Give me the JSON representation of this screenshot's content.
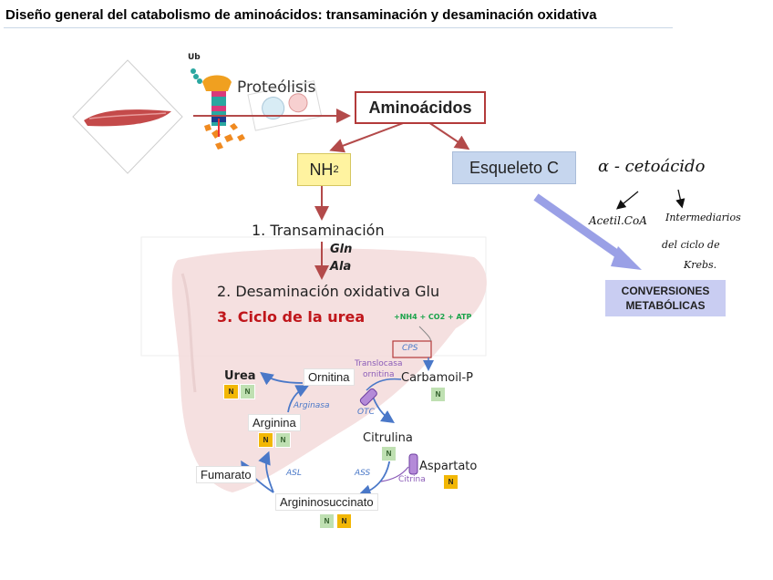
{
  "title": "Diseño general del catabolismo de aminoácidos: transaminación y desaminación oxidativa",
  "top": {
    "ub_label": "Ub",
    "proteolisis_label": "Proteólisis",
    "aminoacidos_label": "Aminoácidos",
    "nh2_label": "NH",
    "nh2_sub": "2",
    "esqueleto_label": "Esqueleto C",
    "conversiones_line1": "CONVERSIONES",
    "conversiones_line2": "METABÓLICAS"
  },
  "steps": {
    "transaminacion": "1. Transaminación",
    "gln": "Gln",
    "ala": "Ala",
    "desaminacion": "2. Desaminación oxidativa Glu",
    "ciclo": "3. Ciclo de la urea"
  },
  "cycle": {
    "inputs": "+NH4 + CO2 + ATP",
    "cps": "CPS",
    "translocasa": "Translocasa",
    "ornitina_enzyme": "ornitina",
    "carbamoil": "Carbamoil-P",
    "ornitina": "Ornitina",
    "urea": "Urea",
    "arginasa": "Arginasa",
    "otc": "OTC",
    "arginina": "Arginina",
    "citrulina": "Citrulina",
    "aspartato": "Aspartato",
    "citrina": "Citrina",
    "fumarato": "Fumarato",
    "asl": "ASL",
    "ass": "ASS",
    "argininosuccinato": "Argininosuccinato",
    "n_badge": "N"
  },
  "handwritten": {
    "alpha_cetoacido": "α - cetoácido",
    "acetil_coa": "Acetil.CoA",
    "intermediarios": "Intermediarios",
    "del_ciclo_de": "del ciclo de",
    "krebs": "Krebs."
  },
  "colors": {
    "arrow_red": "#b34a4a",
    "cycle_blue": "#4a78c8",
    "urea_red": "#c0161b",
    "nh4_green": "#1aa34a",
    "enzyme_purple": "#8b5cb8",
    "n_yellow": "#f2b705",
    "n_green": "#bfe0b2"
  }
}
